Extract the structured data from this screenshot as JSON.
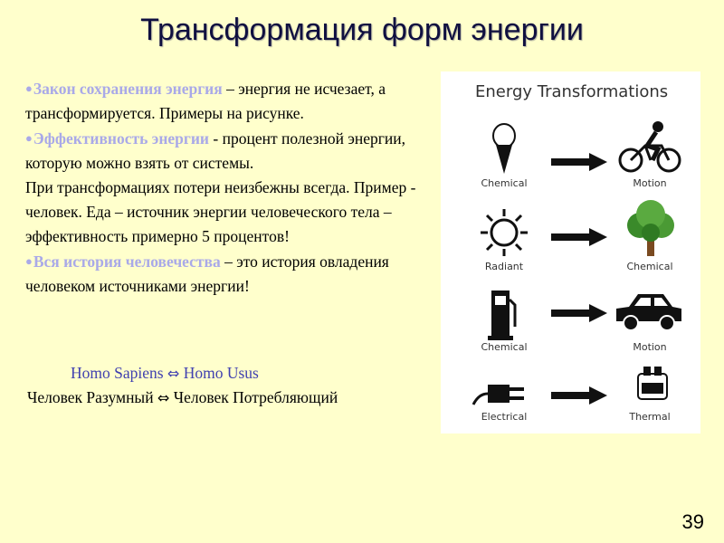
{
  "title": "Трансформация форм энергии",
  "bullets": [
    {
      "highlight": "Закон сохранения энергия",
      "text": " – энергия не исчезает, а трансформируется. Примеры на рисунке."
    },
    {
      "highlight": "Эффективность энергии",
      "text": "  - процент полезной энергии, которую можно взять от системы."
    },
    {
      "highlight": "Вся история человечества",
      "text": " – это история овладения человеком источниками энергии!"
    }
  ],
  "paragraph": "При трансформациях потери неизбежны всегда. Пример - человек. Еда – источник энергии человеческого тела – эффективность примерно 5 процентов!",
  "homo": {
    "left": "Homo Sapiens",
    "arrow": "⇔",
    "right": "Homo Usus"
  },
  "human": {
    "left": "Человек Разумный",
    "arrow": "⇔",
    "right": "Человек Потребляющий"
  },
  "figure": {
    "title": "Energy Transformations",
    "rows": [
      {
        "from": "Chemical",
        "to": "Motion",
        "from_icon": "ice-cream-icon",
        "to_icon": "cyclist-icon"
      },
      {
        "from": "Radiant",
        "to": "Chemical",
        "from_icon": "sun-icon",
        "to_icon": "tree-icon"
      },
      {
        "from": "Chemical",
        "to": "Motion",
        "from_icon": "fuel-pump-icon",
        "to_icon": "car-icon"
      },
      {
        "from": "Electrical",
        "to": "Thermal",
        "from_icon": "electric-plug-icon",
        "to_icon": "toaster-icon"
      }
    ]
  },
  "page_number": "39"
}
